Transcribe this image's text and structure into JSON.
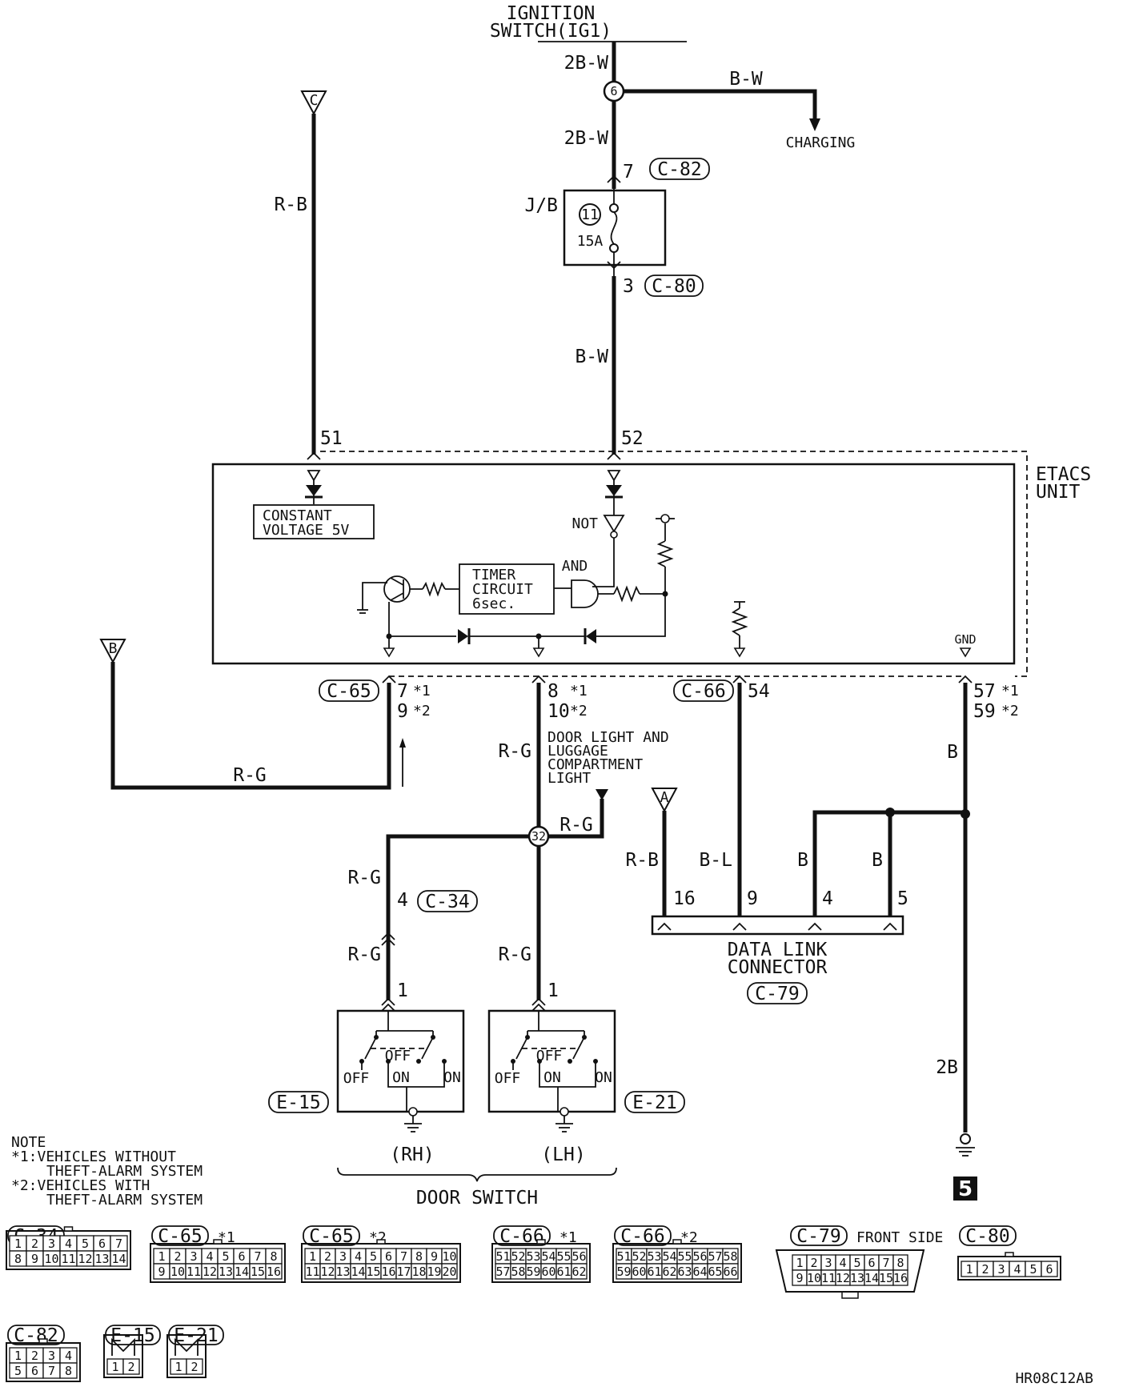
{
  "ignition": {
    "line1": "IGNITION",
    "line2": "SWITCH(IG1)"
  },
  "wires": {
    "w_2bw_top": "2B-W",
    "w_2bw_mid": "2B-W",
    "w_bw_charge": "B-W",
    "w_charging": "CHARGING",
    "w_bw_lower": "B-W",
    "w_rb_left": "R-B",
    "w_rg_b": "R-G",
    "w_rg_main": "R-G",
    "w_rg_light": "R-G",
    "w_rg_rh1": "R-G",
    "w_rg_rh2": "R-G",
    "w_rg_lh": "R-G",
    "w_b_gnd": "B",
    "w_rb_dlc": "R-B",
    "w_bl_dlc": "B-L",
    "w_b_dlc4": "B",
    "w_b_dlc5": "B",
    "w_2b_gnd": "2B"
  },
  "junctions": {
    "j6": "6",
    "j32": "32"
  },
  "jb": {
    "label": "J/B",
    "fuse_no": "11",
    "fuse_rating": "15A"
  },
  "connectors": {
    "c82": "C-82",
    "c80": "C-80",
    "c65": "C-65",
    "c66": "C-66",
    "c34": "C-34",
    "c79": "C-79",
    "e15": "E-15",
    "e21": "E-21"
  },
  "pins": {
    "p7": "7",
    "p3": "3",
    "p51": "51",
    "p52": "52",
    "p7_1": "7",
    "s1a": "*1",
    "p9_2": "9",
    "s2a": "*2",
    "p8_1": "8",
    "s1b": "*1",
    "p10_2": "10",
    "s2b": "*2",
    "p54": "54",
    "p57_1": "57",
    "s1c": "*1",
    "p59_2": "59",
    "s2c": "*2",
    "p4": "4",
    "p1_rh": "1",
    "p1_lh": "1",
    "d16": "16",
    "d9": "9",
    "d4": "4",
    "d5": "5"
  },
  "etacs": {
    "unit_l1": "ETACS",
    "unit_l2": "UNIT",
    "cv_l1": "CONSTANT",
    "cv_l2": "VOLTAGE 5V",
    "not": "NOT",
    "and": "AND",
    "timer_l1": "TIMER",
    "timer_l2": "CIRCUIT",
    "timer_l3": "6sec.",
    "gnd": "GND"
  },
  "flags": {
    "c": "C",
    "b": "B",
    "a": "A"
  },
  "door_light": {
    "l1": "DOOR LIGHT AND",
    "l2": "LUGGAGE",
    "l3": "COMPARTMENT",
    "l4": "LIGHT"
  },
  "dlc": {
    "l1": "DATA LINK",
    "l2": "CONNECTOR"
  },
  "switches": {
    "off": "OFF",
    "on": "ON",
    "rh": "(RH)",
    "lh": "(LH)",
    "title": "DOOR SWITCH"
  },
  "ground_no": "5",
  "note": {
    "l0": "NOTE",
    "l1": "*1:VEHICLES WITHOUT",
    "l2": "THEFT-ALARM SYSTEM",
    "l3": "*2:VEHICLES WITH",
    "l4": "THEFT-ALARM SYSTEM"
  },
  "views": {
    "c34": {
      "label": "C-34",
      "mark": "",
      "rows": [
        [
          "1",
          "2",
          "3",
          "4",
          "5",
          "6",
          "7"
        ],
        [
          "8",
          "9",
          "10",
          "11",
          "12",
          "13",
          "14"
        ]
      ]
    },
    "c65_1": {
      "label": "C-65",
      "mark": "*1",
      "rows": [
        [
          "1",
          "2",
          "3",
          "4",
          "5",
          "6",
          "7",
          "8"
        ],
        [
          "9",
          "10",
          "11",
          "12",
          "13",
          "14",
          "15",
          "16"
        ]
      ]
    },
    "c65_2": {
      "label": "C-65",
      "mark": "*2",
      "rows": [
        [
          "1",
          "2",
          "3",
          "4",
          "5",
          "6",
          "7",
          "8",
          "9",
          "10"
        ],
        [
          "11",
          "12",
          "13",
          "14",
          "15",
          "16",
          "17",
          "18",
          "19",
          "20"
        ]
      ]
    },
    "c66_1": {
      "label": "C-66",
      "mark": "*1",
      "rows": [
        [
          "51",
          "52",
          "53",
          "54",
          "55",
          "56"
        ],
        [
          "57",
          "58",
          "59",
          "60",
          "61",
          "62"
        ]
      ]
    },
    "c66_2": {
      "label": "C-66",
      "mark": "*2",
      "rows": [
        [
          "51",
          "52",
          "53",
          "54",
          "55",
          "56",
          "57",
          "58"
        ],
        [
          "59",
          "60",
          "61",
          "62",
          "63",
          "64",
          "65",
          "66"
        ]
      ]
    },
    "c79": {
      "label": "C-79",
      "mark": "FRONT SIDE",
      "rows": [
        [
          "1",
          "2",
          "3",
          "4",
          "5",
          "6",
          "7",
          "8"
        ],
        [
          "9",
          "10",
          "11",
          "12",
          "13",
          "14",
          "15",
          "16"
        ]
      ]
    },
    "c80": {
      "label": "C-80",
      "mark": "",
      "rows": [
        [
          "1",
          "2",
          "3",
          "4",
          "5",
          "6"
        ]
      ]
    },
    "c82": {
      "label": "C-82",
      "mark": "",
      "rows": [
        [
          "1",
          "2",
          "3",
          "4"
        ],
        [
          "5",
          "6",
          "7",
          "8"
        ]
      ]
    },
    "e15": {
      "label": "E-15",
      "mark": "",
      "rows": [
        [
          "1",
          "2"
        ]
      ]
    },
    "e21": {
      "label": "E-21",
      "mark": "",
      "rows": [
        [
          "1",
          "2"
        ]
      ]
    }
  },
  "code": "HR08C12AB"
}
